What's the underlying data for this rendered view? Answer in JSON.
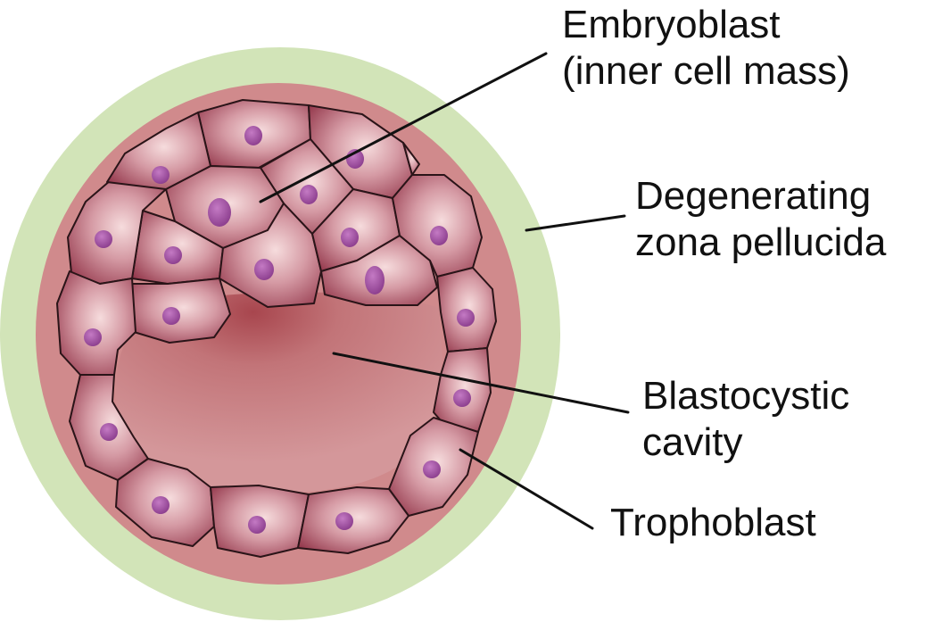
{
  "labels": {
    "embryoblast": {
      "line1": "Embryoblast",
      "line2": "(inner cell mass)"
    },
    "zona_pellucida": {
      "line1": "Degenerating",
      "line2": "zona pellucida"
    },
    "blastocystic_cavity": {
      "line1": "Blastocystic",
      "line2": "cavity"
    },
    "trophoblast": {
      "line1": "Trophoblast"
    }
  },
  "colors": {
    "zona": "#d2e4b8",
    "outer_body": "#d08a8c",
    "cavity_center": "#a8464e",
    "cell_light": "#f4d6d8",
    "cell_dark": "#9c3e52",
    "nucleus": "#9a4c9c",
    "outline": "#2a1418",
    "leader": "#111111"
  }
}
